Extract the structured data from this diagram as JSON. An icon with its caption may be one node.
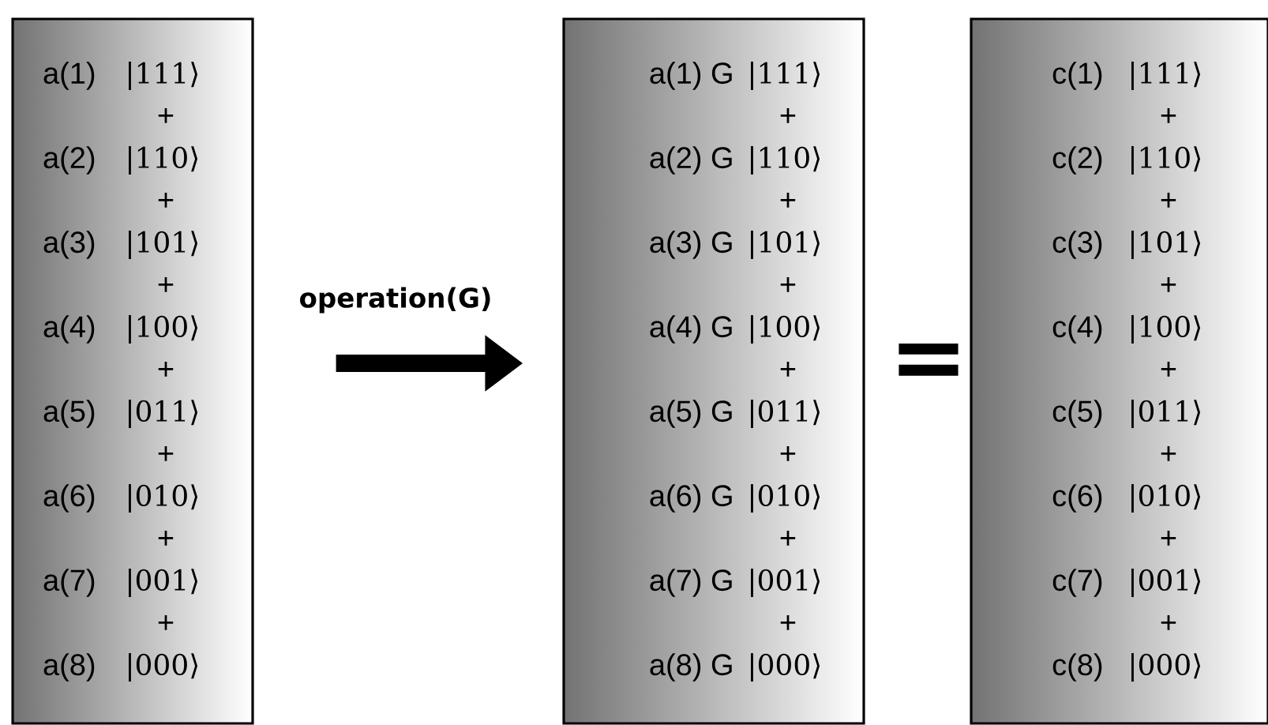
{
  "diagram": {
    "nodes": [
      {
        "text": [
          "a(1)",
          "|111⟩",
          "+",
          "a(2)",
          "|110⟩",
          "+",
          "a(3)",
          "|101⟩",
          "+",
          "a(4)",
          "|100⟩",
          "+",
          "a(5)",
          "|011⟩",
          "+",
          "a(6)",
          "|010⟩",
          "+",
          "a(7)",
          "|001⟩",
          "+",
          "a(8)",
          "|000⟩"
        ]
      },
      {
        "text": [
          "a(1) G",
          "|111⟩",
          "+",
          "a(2) G",
          "|110⟩",
          "+",
          "a(3) G",
          "|101⟩",
          "+",
          "a(4) G",
          "|100⟩",
          "+",
          "a(5) G",
          "|011⟩",
          "+",
          "a(6) G",
          "|010⟩",
          "+",
          "a(7) G",
          "|001⟩",
          "+",
          "a(8) G",
          "|000⟩"
        ]
      },
      {
        "text": [
          "c(1)",
          "|111⟩",
          "+",
          "c(2)",
          "|110⟩",
          "+",
          "c(3)",
          "|101⟩",
          "+",
          "c(4)",
          "|100⟩",
          "+",
          "c(5)",
          "|011⟩",
          "+",
          "c(6)",
          "|010⟩",
          "+",
          "c(7)",
          "|001⟩",
          "+",
          "c(8)",
          "|000⟩"
        ]
      }
    ],
    "edges": [
      {
        "from": 0,
        "to": 1,
        "arrow": "to",
        "label": "operation(G)"
      }
    ],
    "labels": [
      "="
    ]
  }
}
